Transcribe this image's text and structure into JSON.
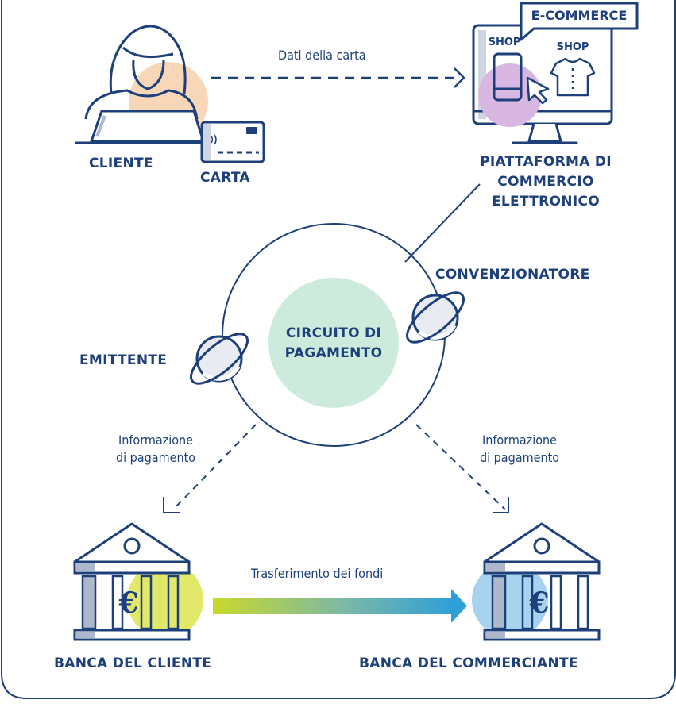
{
  "client": {
    "label": "CLIENTE"
  },
  "card": {
    "label": "CARTA"
  },
  "card_data_arrow": {
    "label": "Dati della carta"
  },
  "ecommerce": {
    "tag": "E-COMMERCE",
    "shop_left": "SHOP",
    "shop_right": "SHOP",
    "label_line1": "PIATTAFORMA DI",
    "label_line2": "COMMERCIO",
    "label_line3": "ELETTRONICO"
  },
  "circuit": {
    "line1": "CIRCUITO DI",
    "line2": "PAGAMENTO"
  },
  "acquirer": {
    "label": "CONVENZIONATORE"
  },
  "issuer": {
    "label": "EMITTENTE"
  },
  "payment_info_left": {
    "line1": "Informazione",
    "line2": "di pagamento"
  },
  "payment_info_right": {
    "line1": "Informazione",
    "line2": "di pagamento"
  },
  "transfer_arrow": {
    "label": "Trasferimento dei fondi"
  },
  "bank_client": {
    "label": "BANCA DEL CLIENTE",
    "symbol": "€"
  },
  "bank_merchant": {
    "label": "BANCA DEL COMMERCIANTE",
    "symbol": "€"
  },
  "colors": {
    "navy": "#1d3f7a",
    "peach": "#f8d6b8",
    "lilac": "#d9b7e3",
    "mint": "#cdebdc",
    "lime": "#e1e86a",
    "sky": "#a8d3ee",
    "grey_blue": "#aeb8cc",
    "gradient_start": "#c9d92a",
    "gradient_end": "#2f9fd8"
  }
}
